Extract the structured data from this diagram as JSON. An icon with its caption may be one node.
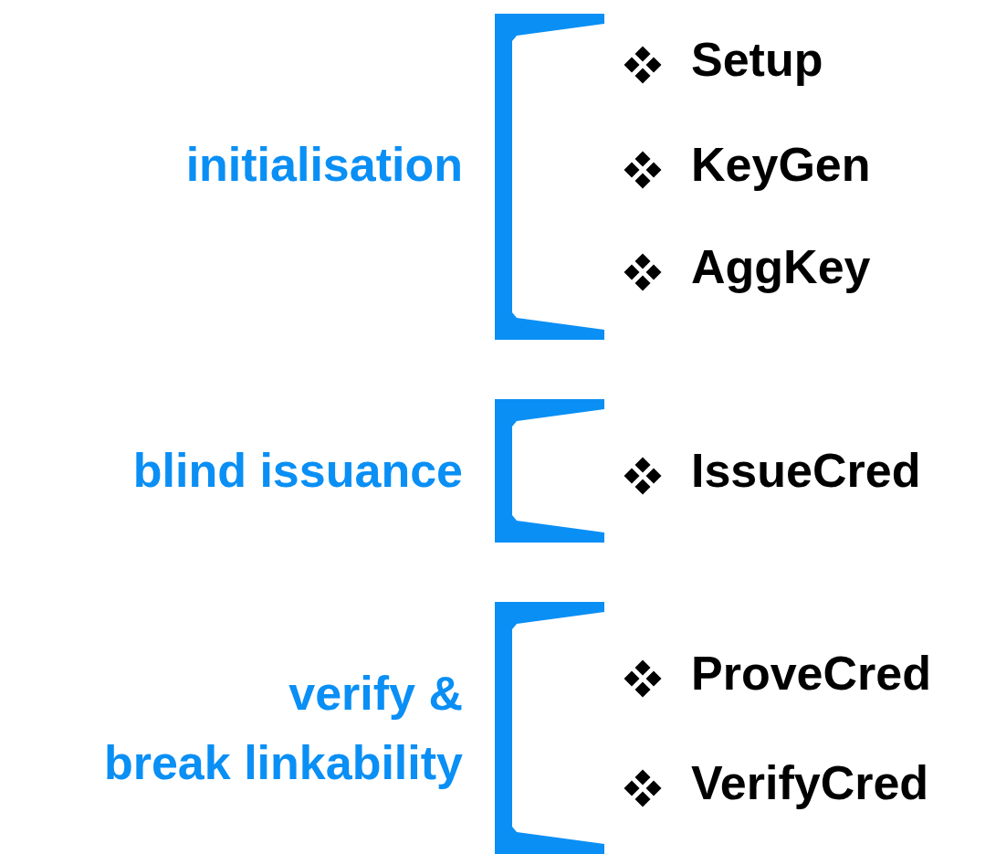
{
  "diagram": {
    "labels": [
      "initialisation",
      "Setup",
      "KeyGen",
      "AggKey",
      "blind issuance",
      "IssueCred",
      "verify & break linkability",
      "ProveCred",
      "VerifyCred"
    ]
  }
}
